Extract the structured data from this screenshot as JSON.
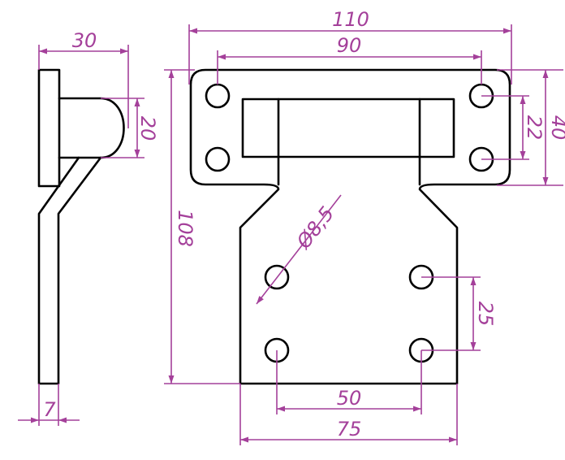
{
  "colors": {
    "outline": "#000000",
    "dimension": "#a4409a",
    "background": "#ffffff"
  },
  "dimensions": {
    "top_width_overall": "110",
    "hole_spacing_top": "90",
    "flange_height": "40",
    "hole_spacing_vertical_top": "22",
    "overall_height": "108",
    "hole_diameter": "Ø8,5",
    "hole_spacing_vertical_bottom": "25",
    "hole_spacing_bottom": "50",
    "bottom_width": "75",
    "side_depth": "30",
    "side_boss_height": "20",
    "side_thickness": "7"
  }
}
